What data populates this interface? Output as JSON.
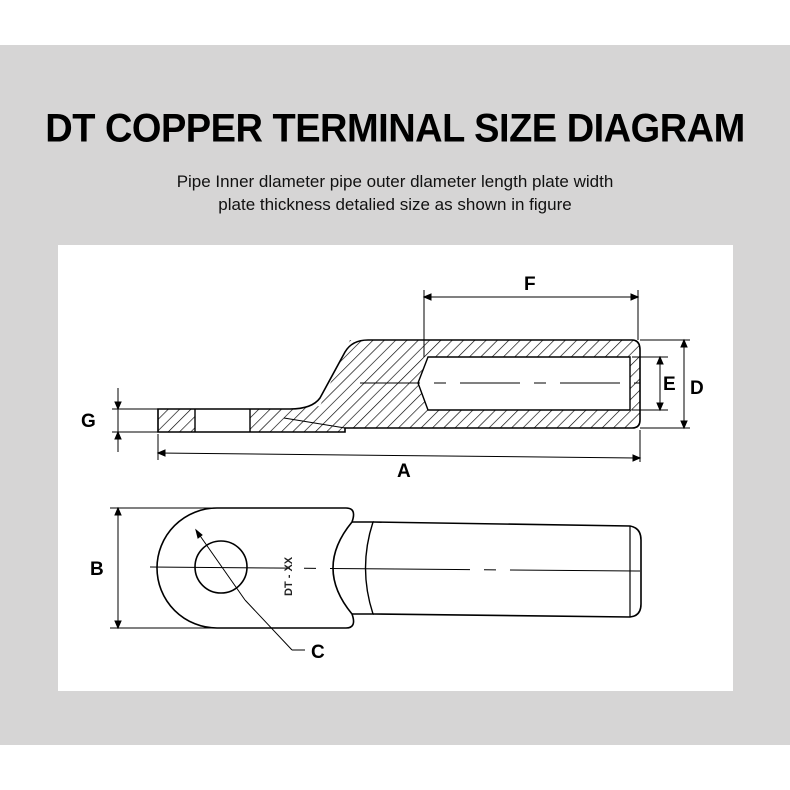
{
  "header": {
    "title": "DT COPPER TERMINAL SIZE DIAGRAM",
    "subtitle_line1": "Pipe Inner dlameter pipe outer dlameter length plate width",
    "subtitle_line2": "plate thickness detalied size as shown in figure"
  },
  "diagram": {
    "labels": {
      "a": "A",
      "b": "B",
      "c": "C",
      "d": "D",
      "e": "E",
      "f": "F",
      "g": "G"
    },
    "marking": "DT - XX"
  },
  "colors": {
    "band": "#d6d5d5",
    "panel": "#ffffff",
    "ink": "#000000"
  }
}
